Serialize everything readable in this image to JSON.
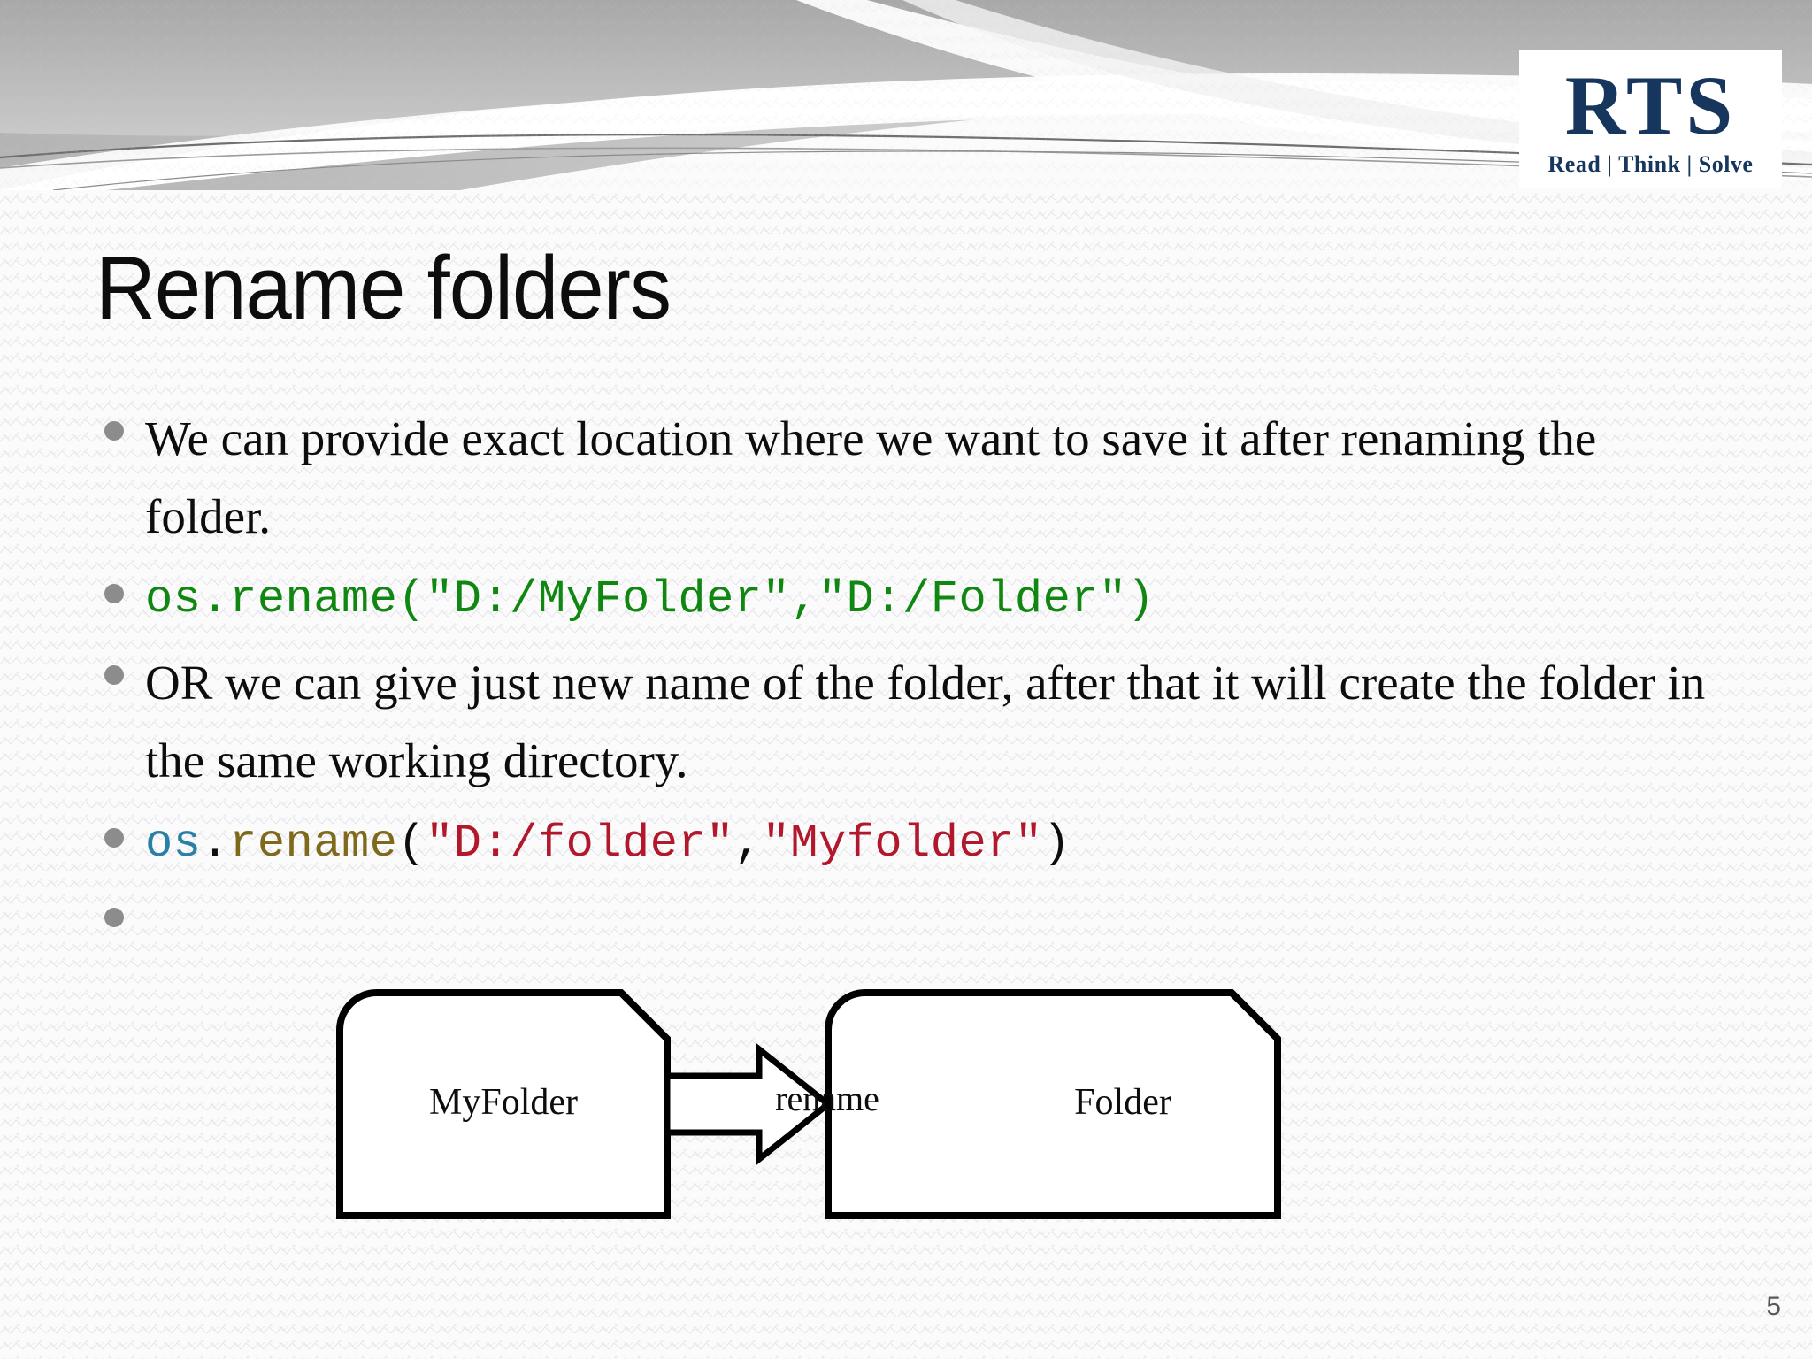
{
  "slide": {
    "title": "Rename folders",
    "page_number": "5",
    "background_color": "#fbfbfc",
    "title_color": "#0d0d0d"
  },
  "logo": {
    "mark": "RTS",
    "tagline": "Read | Think | Solve",
    "color": "#17365d"
  },
  "bullets": [
    {
      "type": "text",
      "text": "We can provide exact location where we want to save it after renaming the folder."
    },
    {
      "type": "code",
      "plain": "os.rename(\"D:/MyFolder\",\"D:/Folder\")",
      "tokens": [
        {
          "t": "os.rename(\"D:/MyFolder\",\"D:/Folder\")",
          "c": "green"
        }
      ]
    },
    {
      "type": "text",
      "text": "OR we can give just new name of the folder, after that it will create the folder in the same working directory."
    },
    {
      "type": "code",
      "plain": "os.rename(\"D:/folder\",\"Myfolder\")",
      "tokens": [
        {
          "t": "os",
          "c": "blue"
        },
        {
          "t": ".",
          "c": "plain"
        },
        {
          "t": "rename",
          "c": "olive"
        },
        {
          "t": "(",
          "c": "plain"
        },
        {
          "t": "\"D:/folder\"",
          "c": "red"
        },
        {
          "t": ",",
          "c": "plain"
        },
        {
          "t": "\"Myfolder\"",
          "c": "red"
        },
        {
          "t": ")",
          "c": "plain"
        }
      ]
    },
    {
      "type": "empty",
      "text": ""
    }
  ],
  "code_colors": {
    "green": "#108710",
    "blue": "#2980a6",
    "olive": "#7f6a1c",
    "red": "#b2182b",
    "plain": "#0d0d0d"
  },
  "diagram": {
    "source_shape_label": "MyFolder",
    "arrow_label": "rename",
    "target_shape_label": "Folder",
    "stroke_color": "#000000",
    "fill_color": "#ffffff"
  }
}
